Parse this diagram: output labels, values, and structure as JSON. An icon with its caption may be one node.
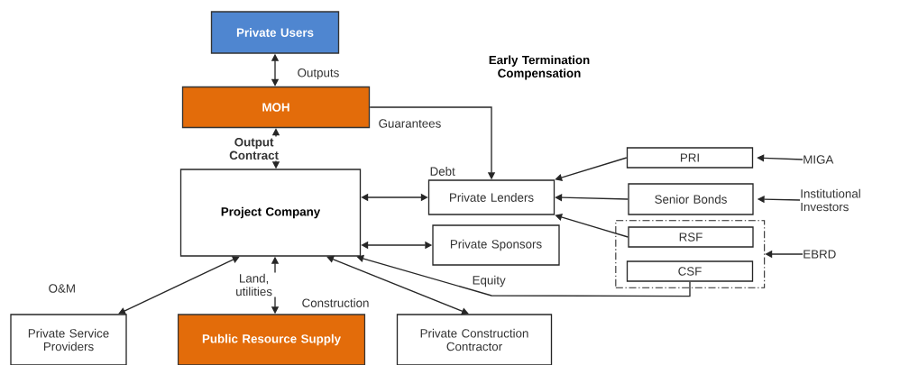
{
  "diagram": {
    "nodes": [
      {
        "text": [
          "Private Users"
        ]
      },
      {
        "text": [
          "MOH"
        ]
      },
      {
        "text": [
          "Project Company"
        ]
      },
      {
        "text": [
          "Private Lenders"
        ]
      },
      {
        "text": [
          "Private Sponsors"
        ]
      },
      {
        "text": [
          "PRI"
        ]
      },
      {
        "text": [
          "Senior Bonds"
        ]
      },
      {
        "text": [],
        "shape": "box"
      },
      {
        "text": [
          "RSF"
        ],
        "in": 7
      },
      {
        "text": [
          "CSF"
        ],
        "in": 7
      },
      {
        "text": [
          "MIGA"
        ]
      },
      {
        "text": [
          "Institutional Investors"
        ]
      },
      {
        "text": [
          "EBRD"
        ]
      },
      {
        "text": [
          "Private Service Providers"
        ]
      },
      {
        "text": [
          "Public Resource Supply"
        ]
      },
      {
        "text": [
          "Private Construction Contractor"
        ]
      }
    ],
    "edges": [
      {
        "from": 0,
        "to": 1,
        "arrow": "both",
        "label": "Outputs"
      },
      {
        "from": 1,
        "to": 2,
        "arrow": "both",
        "label": "Output Contract"
      },
      {
        "from": 1,
        "to": 3,
        "arrow": "to",
        "label": "Guarantees"
      },
      {
        "from": 2,
        "to": 3,
        "arrow": "both",
        "label": "Debt"
      },
      {
        "from": 2,
        "to": 4,
        "arrow": "both"
      },
      {
        "from": 5,
        "to": 3,
        "arrow": "to"
      },
      {
        "from": 6,
        "to": 3,
        "arrow": "to"
      },
      {
        "from": 8,
        "to": 3,
        "arrow": "to"
      },
      {
        "from": 9,
        "to": 2,
        "arrow": "to",
        "label": "Equity"
      },
      {
        "from": 10,
        "to": 5,
        "arrow": "to"
      },
      {
        "from": 11,
        "to": 6,
        "arrow": "to"
      },
      {
        "from": 12,
        "to": 7,
        "arrow": "to"
      },
      {
        "from": 2,
        "to": 13,
        "arrow": "both",
        "label": "O&M"
      },
      {
        "from": 2,
        "to": 14,
        "arrow": "both",
        "label": "Land, utilities"
      },
      {
        "from": 2,
        "to": 15,
        "arrow": "both",
        "label": "Construction"
      }
    ],
    "labels": [
      "Early Termination Compensation"
    ]
  }
}
